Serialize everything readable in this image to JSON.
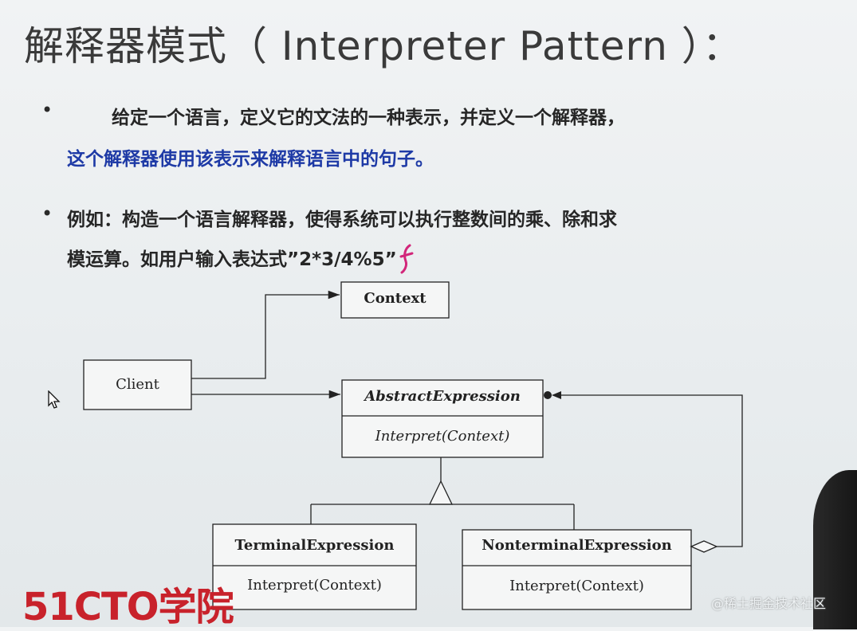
{
  "title": "解释器模式（ Interpreter Pattern ）：",
  "bullets": [
    {
      "marker": "•",
      "line1": "给定一个语言，定义它的文法的一种表示，并定义一个解释器，",
      "line2": "这个解释器使用该表示来解释语言中的句子。"
    },
    {
      "marker": "•",
      "line1": "例如：构造一个语言解释器，使得系统可以执行整数间的乘、除和求",
      "line2": "模运算。如用户输入表达式”2*3/4%5”"
    }
  ],
  "diagram": {
    "context": "Context",
    "client": "Client",
    "abstract_name": "AbstractExpression",
    "abstract_method": "Interpret(Context)",
    "terminal_name": "TerminalExpression",
    "terminal_method": "Interpret(Context)",
    "nonterminal_name": "NonterminalExpression",
    "nonterminal_method": "Interpret(Context)"
  },
  "logo": "51CTO学院",
  "watermark": "@稀土掘金技术社区",
  "colors": {
    "text_dark": "#262626",
    "text_blue": "#1e3aa6",
    "logo_red": "#c8222b",
    "annotation_magenta": "#d2267a"
  }
}
